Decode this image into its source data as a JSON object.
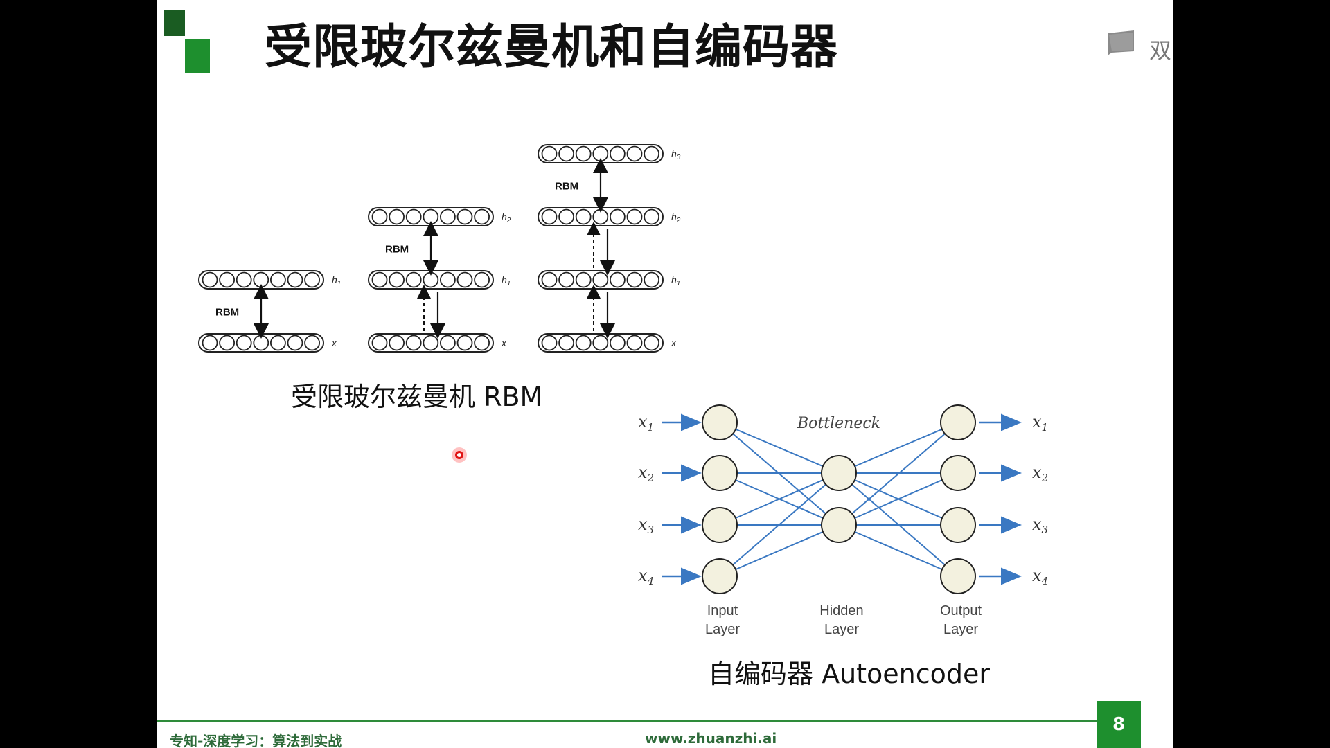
{
  "slide": {
    "title": "受限玻尔兹曼机和自编码器",
    "rbm_caption": "受限玻尔兹曼机  RBM",
    "ae_caption": "自编码器  Autoencoder",
    "page_number": "8",
    "footer_left": "专知-深度学习：算法到实战",
    "footer_center": "www.zhuanzhi.ai",
    "top_right_partial": "双"
  },
  "rbm_diagram": {
    "rbm_label": "RBM",
    "layer_labels": {
      "x": "x",
      "h1": "h",
      "h2": "h",
      "h3": "h",
      "sub1": "1",
      "sub2": "2",
      "sub3": "3"
    }
  },
  "ae_diagram": {
    "bottleneck_label": "Bottleneck",
    "input_labels": [
      "x",
      "x",
      "x",
      "x"
    ],
    "output_labels": [
      "x",
      "x",
      "x",
      "x"
    ],
    "subscripts": [
      "1",
      "2",
      "3",
      "4"
    ],
    "layer_names": {
      "input": [
        "Input",
        "Layer"
      ],
      "hidden": [
        "Hidden",
        "Layer"
      ],
      "output": [
        "Output",
        "Layer"
      ]
    }
  },
  "colors": {
    "accent_green": "#1e8f2e",
    "arrow_blue": "#3a78c2",
    "node_fill": "#f3f1df"
  }
}
